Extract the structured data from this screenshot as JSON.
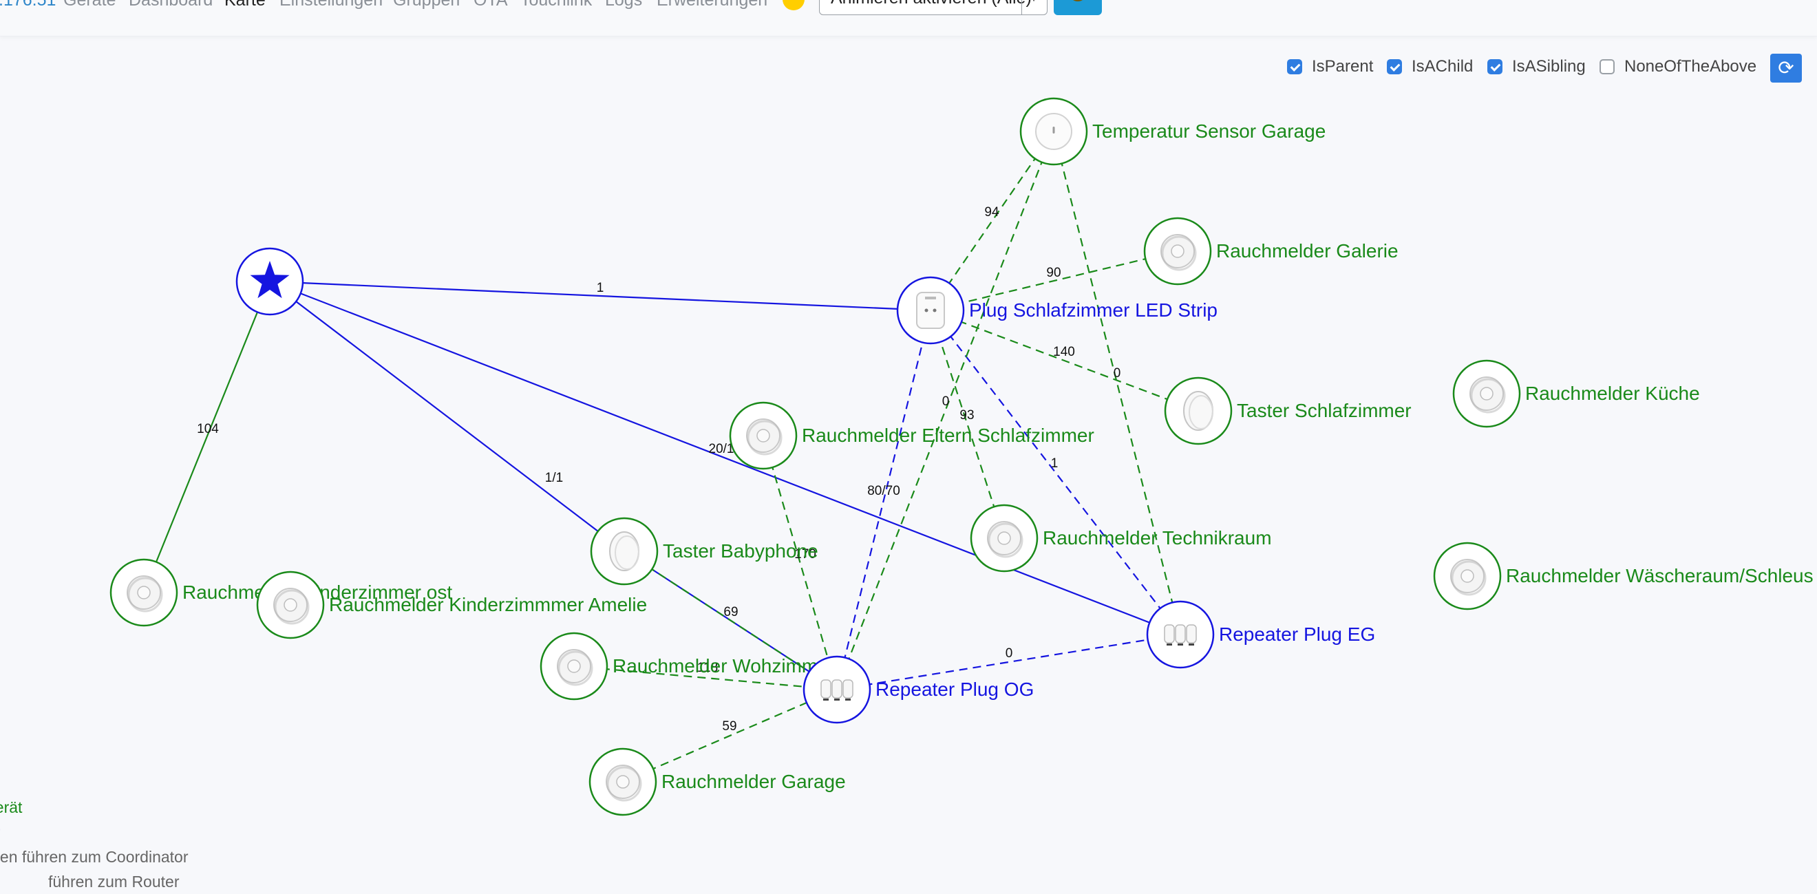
{
  "nav": {
    "version": ".176.51",
    "items": [
      "Geräte",
      "Dashboard",
      "Karte",
      "Einstellungen",
      "Gruppen",
      "OTA",
      "Touchlink",
      "Logs",
      "Erweiterungen"
    ],
    "active": "Karte",
    "language_flag": "german-flag-icon",
    "animation_select": "Animieren aktivieren (Alle)",
    "settings_icon": "gear-icon"
  },
  "filters": [
    {
      "label": "IsParent",
      "checked": true
    },
    {
      "label": "IsAChild",
      "checked": true
    },
    {
      "label": "IsASibling",
      "checked": true
    },
    {
      "label": "NoneOfTheAbove",
      "checked": false
    }
  ],
  "refresh_icon": "refresh-icon",
  "colors": {
    "router": "#1515e0",
    "end_device": "#1a8a1a",
    "accent": "#2f7de1"
  },
  "map": {
    "nodes": [
      {
        "id": "coordinator",
        "type": "coordinator",
        "label": "",
        "icon": "star-icon"
      },
      {
        "id": "temp-garage",
        "type": "end_device",
        "label": "Temperatur Sensor Garage",
        "icon": "temperature-sensor-icon"
      },
      {
        "id": "rm-galerie",
        "type": "end_device",
        "label": "Rauchmelder Galerie",
        "icon": "smoke-detector-icon"
      },
      {
        "id": "plug-led",
        "type": "router",
        "label": "Plug Schlafzimmer LED Strip",
        "icon": "plug-icon"
      },
      {
        "id": "taster-schlaf",
        "type": "end_device",
        "label": "Taster Schlafzimmer",
        "icon": "button-icon"
      },
      {
        "id": "rm-kueche",
        "type": "end_device",
        "label": "Rauchmelder Küche",
        "icon": "smoke-detector-icon"
      },
      {
        "id": "rm-eltern",
        "type": "end_device",
        "label": "Rauchmelder Eltern Schlafzimmer",
        "icon": "smoke-detector-icon"
      },
      {
        "id": "rm-technik",
        "type": "end_device",
        "label": "Rauchmelder Technikraum",
        "icon": "smoke-detector-icon"
      },
      {
        "id": "rm-waesche",
        "type": "end_device",
        "label": "Rauchmelder Wäscheraum/Schleus",
        "icon": "smoke-detector-icon"
      },
      {
        "id": "taster-baby",
        "type": "end_device",
        "label": "Taster Babyphone",
        "icon": "button-icon"
      },
      {
        "id": "rm-kinder-ost",
        "type": "end_device",
        "label": "Rauchmelder Kinderzimmer ost",
        "icon": "smoke-detector-icon"
      },
      {
        "id": "rm-kinder-amelie",
        "type": "end_device",
        "label": "Rauchmelder Kinderzimmmer Amelie",
        "icon": "smoke-detector-icon"
      },
      {
        "id": "repeater-eg",
        "type": "router",
        "label": "Repeater Plug EG",
        "icon": "repeater-plug-icon"
      },
      {
        "id": "rm-wohn",
        "type": "end_device",
        "label": "Rauchmelder Wohzimmer",
        "icon": "smoke-detector-icon"
      },
      {
        "id": "repeater-og",
        "type": "router",
        "label": "Repeater Plug OG",
        "icon": "repeater-plug-icon"
      },
      {
        "id": "rm-garage",
        "type": "end_device",
        "label": "Rauchmelder Garage",
        "icon": "smoke-detector-icon"
      }
    ],
    "links": [
      {
        "from": "coordinator",
        "to": "plug-led",
        "lqi": "1",
        "style": "solid",
        "color": "router"
      },
      {
        "from": "coordinator",
        "to": "rm-kinder-ost",
        "lqi": "104",
        "style": "solid",
        "color": "end_device"
      },
      {
        "from": "coordinator",
        "to": "taster-baby",
        "lqi": "1/1",
        "style": "solid",
        "color": "router"
      },
      {
        "from": "coordinator",
        "to": "repeater-eg",
        "lqi": "20/1",
        "style": "solid",
        "color": "router"
      },
      {
        "from": "taster-baby",
        "to": "repeater-og",
        "lqi": "",
        "style": "solid",
        "color": "router"
      },
      {
        "from": "repeater-og",
        "to": "plug-led",
        "lqi": "80/70",
        "style": "dashed",
        "color": "router"
      },
      {
        "from": "repeater-eg",
        "to": "plug-led",
        "lqi": "1",
        "style": "dashed",
        "color": "router"
      },
      {
        "from": "repeater-og",
        "to": "repeater-eg",
        "lqi": "0",
        "style": "dashed",
        "color": "router"
      },
      {
        "from": "temp-garage",
        "to": "plug-led",
        "lqi": "94",
        "style": "dashed",
        "color": "end_device"
      },
      {
        "from": "temp-garage",
        "to": "repeater-og",
        "lqi": "0",
        "style": "dashed",
        "color": "end_device"
      },
      {
        "from": "temp-garage",
        "to": "repeater-eg",
        "lqi": "0",
        "style": "dashed",
        "color": "end_device"
      },
      {
        "from": "rm-galerie",
        "to": "plug-led",
        "lqi": "90",
        "style": "dashed",
        "color": "end_device"
      },
      {
        "from": "taster-schlaf",
        "to": "plug-led",
        "lqi": "140",
        "style": "dashed",
        "color": "end_device"
      },
      {
        "from": "rm-technik",
        "to": "plug-led",
        "lqi": "93",
        "style": "dashed",
        "color": "end_device"
      },
      {
        "from": "rm-eltern",
        "to": "repeater-og",
        "lqi": "170",
        "style": "dashed",
        "color": "end_device"
      },
      {
        "from": "taster-baby",
        "to": "repeater-og",
        "lqi": "69",
        "style": "dashed",
        "color": "end_device"
      },
      {
        "from": "rm-wohn",
        "to": "repeater-og",
        "lqi": "118",
        "style": "dashed",
        "color": "end_device"
      },
      {
        "from": "rm-garage",
        "to": "repeater-og",
        "lqi": "59",
        "style": "dashed",
        "color": "end_device"
      }
    ]
  },
  "legend": {
    "end_device": "gerät",
    "router": "er",
    "routes": "nien führen zum Coordinator",
    "more": "führen zum Router"
  }
}
